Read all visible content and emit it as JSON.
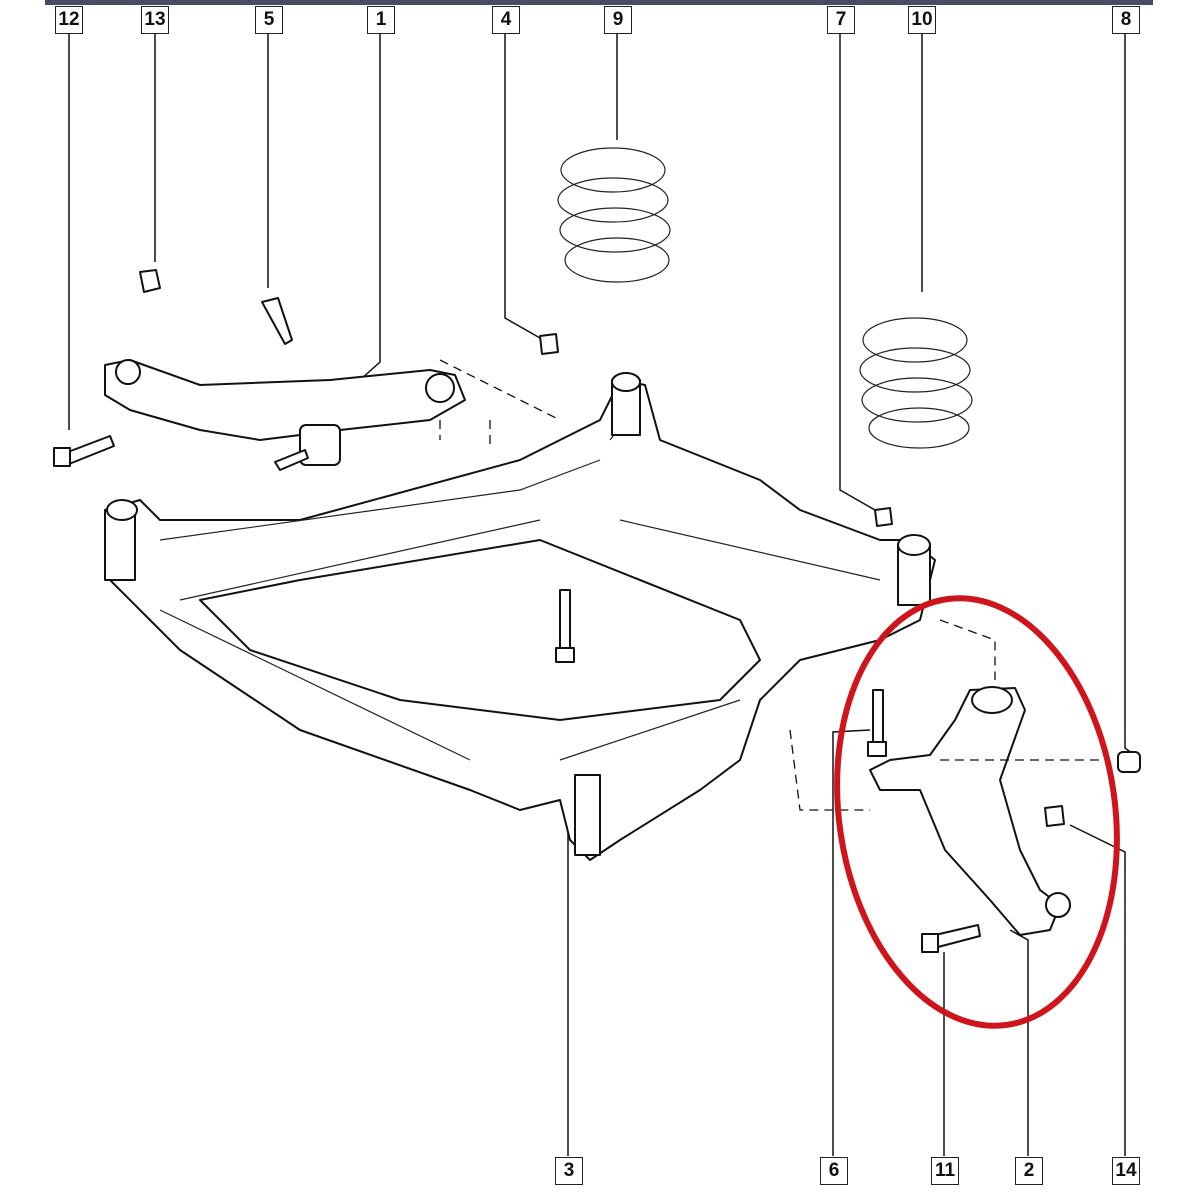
{
  "diagram": {
    "callouts_top": [
      "12",
      "13",
      "5",
      "1",
      "4",
      "9",
      "7",
      "10",
      "8"
    ],
    "callouts_bottom": [
      "3",
      "6",
      "11",
      "2",
      "14"
    ],
    "highlight_color": "#d0141c"
  }
}
